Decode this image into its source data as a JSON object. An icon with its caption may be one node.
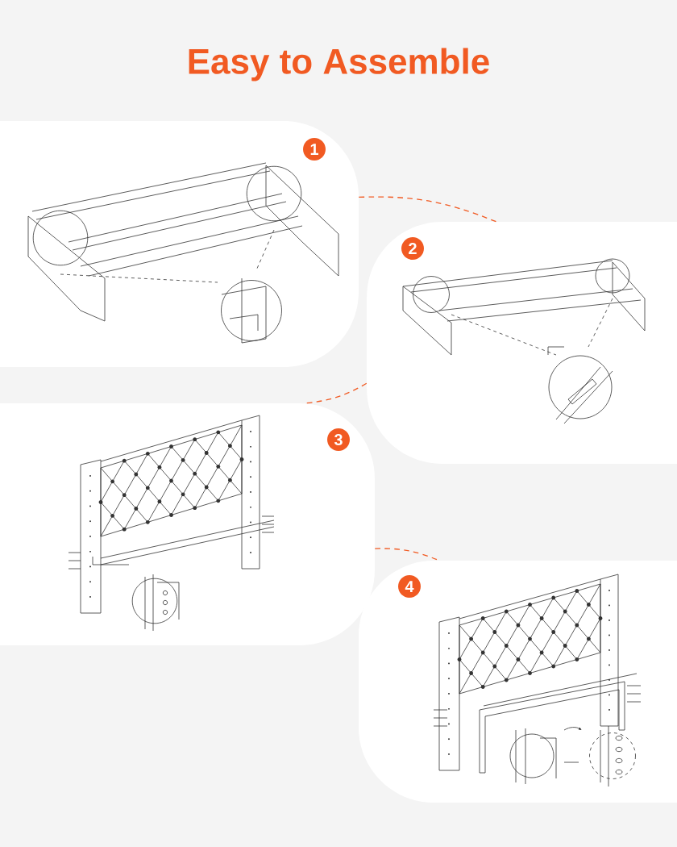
{
  "diagram": {
    "title": "Easy to Assemble",
    "nodes": [
      {
        "text": [],
        "shape": "picture"
      },
      {
        "text": [
          "1"
        ],
        "in": 0
      },
      {
        "text": [],
        "shape": "picture"
      },
      {
        "text": [
          "2"
        ],
        "in": 2
      },
      {
        "text": [],
        "shape": "picture"
      },
      {
        "text": [
          "3"
        ],
        "in": 4
      },
      {
        "text": [],
        "shape": "picture"
      },
      {
        "text": [
          "4"
        ],
        "in": 6
      }
    ],
    "edges": [
      {
        "from": 0,
        "to": 2,
        "arrow": "none",
        "style": "dashed"
      },
      {
        "from": 2,
        "to": 4,
        "arrow": "none",
        "style": "dashed"
      },
      {
        "from": 4,
        "to": 6,
        "arrow": "none",
        "style": "dashed"
      }
    ]
  }
}
